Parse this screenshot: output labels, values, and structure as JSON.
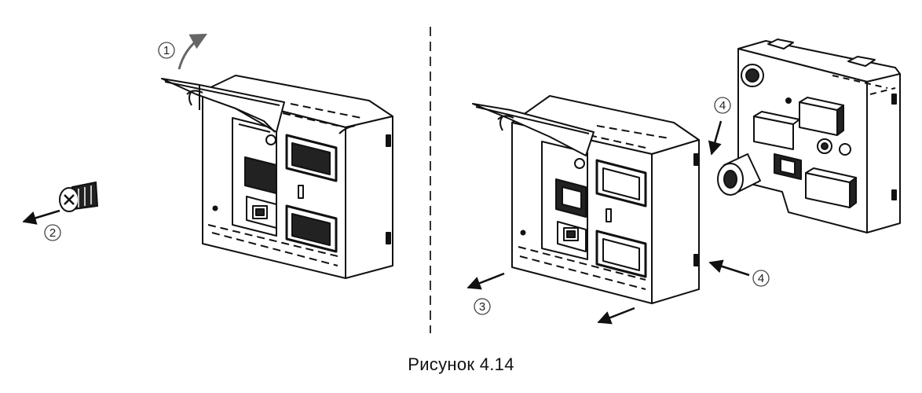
{
  "figure": {
    "caption": "Рисунок 4.14",
    "callouts": [
      {
        "id": "step-1",
        "text": "1"
      },
      {
        "id": "step-2",
        "text": "2"
      },
      {
        "id": "step-3",
        "text": "3"
      },
      {
        "id": "step-4a",
        "text": "4"
      },
      {
        "id": "step-4b",
        "text": "4"
      }
    ]
  }
}
